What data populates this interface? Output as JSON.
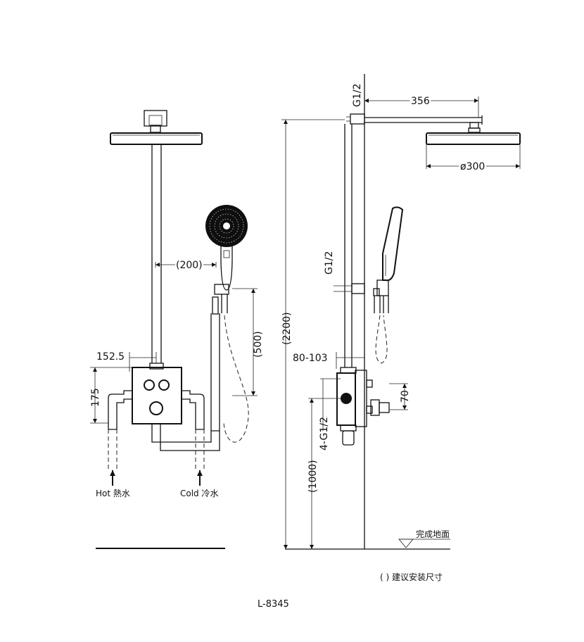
{
  "model": "L-8345",
  "dimensions": {
    "front": {
      "pipe_offset": "(200)",
      "valve_offset": "152.5",
      "valve_height": "175",
      "hand_shower_height": "(500)"
    },
    "side": {
      "arm_length": "356",
      "head_diameter": "ø300",
      "top_inlet": "G1/2",
      "middle_inlet": "G1/2",
      "total_height": "(2200)",
      "wall_depth": "80-103",
      "inlets": "4-G1/2",
      "inlet_spacing": "70",
      "inlet_height": "(1000)"
    }
  },
  "labels": {
    "hot": "Hot 熱水",
    "cold": "Cold 冷水",
    "floor": "完成地面",
    "note": "( ) 建议安装尺寸"
  }
}
